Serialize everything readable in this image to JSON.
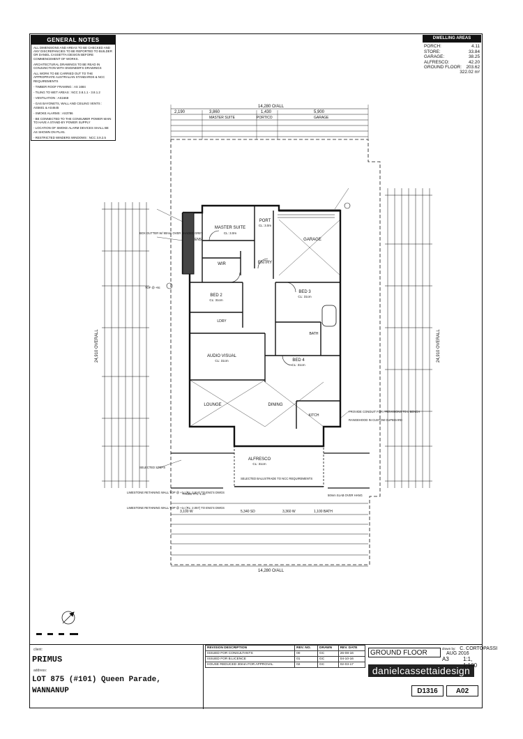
{
  "notes": {
    "title": "GENERAL NOTES",
    "items": [
      "ALL DIMENSIONS AND AREAS TO BE CHECKED AND ANY DISCREPANCIES TO BE REPORTED TO BUILDER OR DANIEL CASSETTAI DESIGN BEFORE COMMENCEMENT OF WORKS.",
      "ARCHITECTURAL DRAWINGS TO BE READ IN CONJUNCTION WITH ENGINEER'S DRAWINGS",
      "ALL WORK TO BE CARRIED OUT TO THE APPROPRIATE AUSTRALIAN STANDARDS & NCC REQUIREMENTS",
      "- TIMBER ROOF FRAMING : AS 1684",
      "- TILING TO WET AREAS : NCC 3.8.1.1 - 3.8.1.2",
      "- VENTILATION : AS1668",
      "- GAS BAYONETS, WALL AND CEILING VENTS : AS5601 & AS4645",
      "- SMOKE ALARMS : AS3786",
      "- BE CONNECTED TO THE CONSUMER POWER MAIN TO HAVE A STAND-BY POWER SUPPLY",
      "- LOCATION OF SMOKE ALARM DEVICES SHALL BE AS SHOWN ON PLAN.",
      "- RESTRICTED WINDERS WINDOWS : NCC 3.9.2.5"
    ]
  },
  "areas": {
    "title": "DWELLING AREAS",
    "rows": [
      {
        "label": "PORCH:",
        "value": "4.11"
      },
      {
        "label": "STORE:",
        "value": "33.84"
      },
      {
        "label": "GARAGE:",
        "value": "38.25"
      },
      {
        "label": "ALFRESCO:",
        "value": "42.20"
      },
      {
        "label": "GROUND FLOOR:",
        "value": "203.62"
      }
    ],
    "total": "322.02 m²"
  },
  "plan": {
    "overall_top": "14,280 O/ALL",
    "overall_bottom": "14,280 O/ALL",
    "overall_left": "24,910 OVERALL",
    "overall_right": "24,910 OVERALL",
    "top_dims": [
      "2,190",
      "3,860",
      "1,430",
      "5,900"
    ],
    "top_labels": [
      "MASTER SUITE",
      "PORTICO",
      "GARAGE"
    ],
    "bottom_dims": [
      "3,100 W",
      "5,340 SD",
      "3,360 W",
      "1,100 BATH"
    ],
    "rooms": [
      {
        "name": "MASTER SUITE",
        "ceiling": "CL: 3.0m"
      },
      {
        "name": "PORT",
        "ceiling": "CL: 3.0m"
      },
      {
        "name": "GARAGE",
        "ceiling": ""
      },
      {
        "name": "WIR",
        "ceiling": ""
      },
      {
        "name": "ENTRY",
        "ceiling": ""
      },
      {
        "name": "ENS",
        "ceiling": ""
      },
      {
        "name": "BED 2",
        "ceiling": "CL: 31cm"
      },
      {
        "name": "BED 3",
        "ceiling": "CL: 31cm"
      },
      {
        "name": "BED 4",
        "ceiling": "CL: 31cm"
      },
      {
        "name": "LDRY",
        "ceiling": ""
      },
      {
        "name": "BATH",
        "ceiling": ""
      },
      {
        "name": "AUDIO VISUAL",
        "ceiling": "CL: 31cm"
      },
      {
        "name": "LOUNGE",
        "ceiling": ""
      },
      {
        "name": "DINING",
        "ceiling": ""
      },
      {
        "name": "KITCH",
        "ceiling": ""
      },
      {
        "name": "ALFRESCO",
        "ceiling": "CL: 31cm"
      }
    ],
    "notes": [
      "TOF @ +6c",
      "BOX GUTTER W/ 80mm OVER SHADED GREY",
      "SELECTED STEPS",
      "LIMESTONE RETAINING WALL TOP @ +1c (RL: 2.914) TO ENG'S DWGS",
      "LIMESTONE RETAINING WALL TOP @ +1c (RL: 2.057) TO ENG'S DWGS",
      "SELECTED BALUSTRADE TO NCC REQUIREMENTS",
      "PROVIDE CONDUIT FOR PROVISIONS TO L BENCH",
      "RANGEHOOD IN CUSTOM CUPBOARD",
      "50mm SLAB OVER HANG",
      "PAVED FFL: 1.42"
    ]
  },
  "title_block": {
    "client_label": "client:",
    "client": "PRIMUS",
    "address_label": "address:",
    "address_line1": "LOT 875 (#101) Queen Parade,",
    "address_line2": "WANNANUP",
    "revisions_header": [
      "REVISION DESCRIPTION",
      "REV. NO.",
      "DRAWN",
      "REV. DATE"
    ],
    "revisions": [
      [
        "ISSUED FOR CONSULTANTS",
        "00",
        "GC",
        "26-08-16"
      ],
      [
        "ISSUED FOR B.LICENCE",
        "01",
        "GC",
        "04-10-16"
      ],
      [
        "HOUSE REDUCED 30mm FOR APPROVAL",
        "02",
        "GC",
        "02-03-17"
      ]
    ],
    "drawing_title": "GROUND FLOOR",
    "brand": "danielcassettaidesign",
    "drawn_by_label": "drawn by:",
    "drawn_by": "C. CORTOPASSI",
    "date": "AUG 2016",
    "sheet_size": "A3",
    "scale": "1:1, 1:100",
    "job_no": "D1316",
    "drawing_no": "A02"
  }
}
